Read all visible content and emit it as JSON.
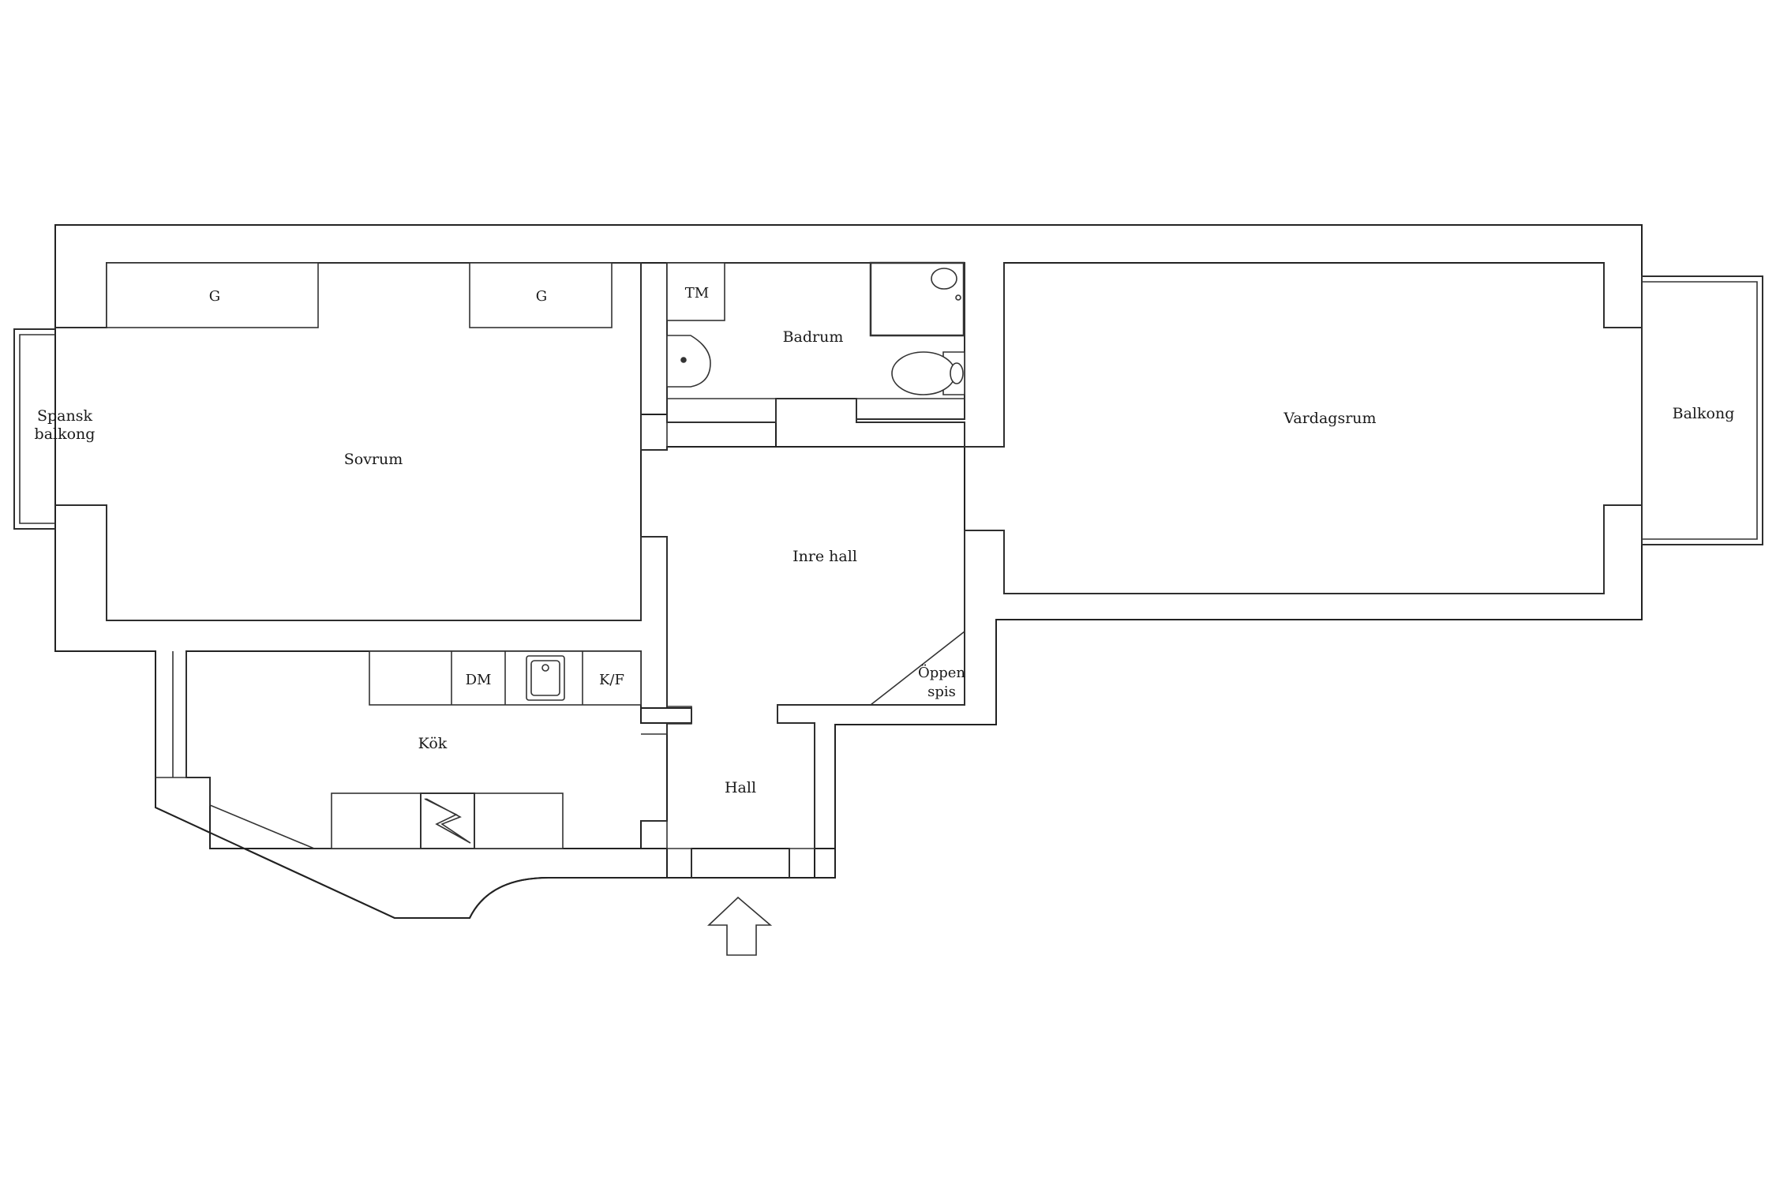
{
  "rooms": {
    "sovrum": "Sovrum",
    "badrum": "Badrum",
    "vardagsrum": "Vardagsrum",
    "inre_hall": "Inre hall",
    "kok": "Kök",
    "hall": "Hall",
    "oppen_spis_line1": "Öppen",
    "oppen_spis_line2": "spis",
    "spansk_balkong_line1": "Spansk",
    "spansk_balkong_line2": "balkong",
    "balkong": "Balkong"
  },
  "fixtures": {
    "wardrobe_1": "G",
    "wardrobe_2": "G",
    "washing_machine": "TM",
    "dishwasher": "DM",
    "fridge_freezer": "K/F"
  },
  "icons": {
    "entrance": "entrance-arrow-icon",
    "sink": "sink-icon",
    "toilet": "toilet-icon",
    "washbasin": "washbasin-icon",
    "shower": "shower-icon",
    "stove": "stove-icon"
  }
}
